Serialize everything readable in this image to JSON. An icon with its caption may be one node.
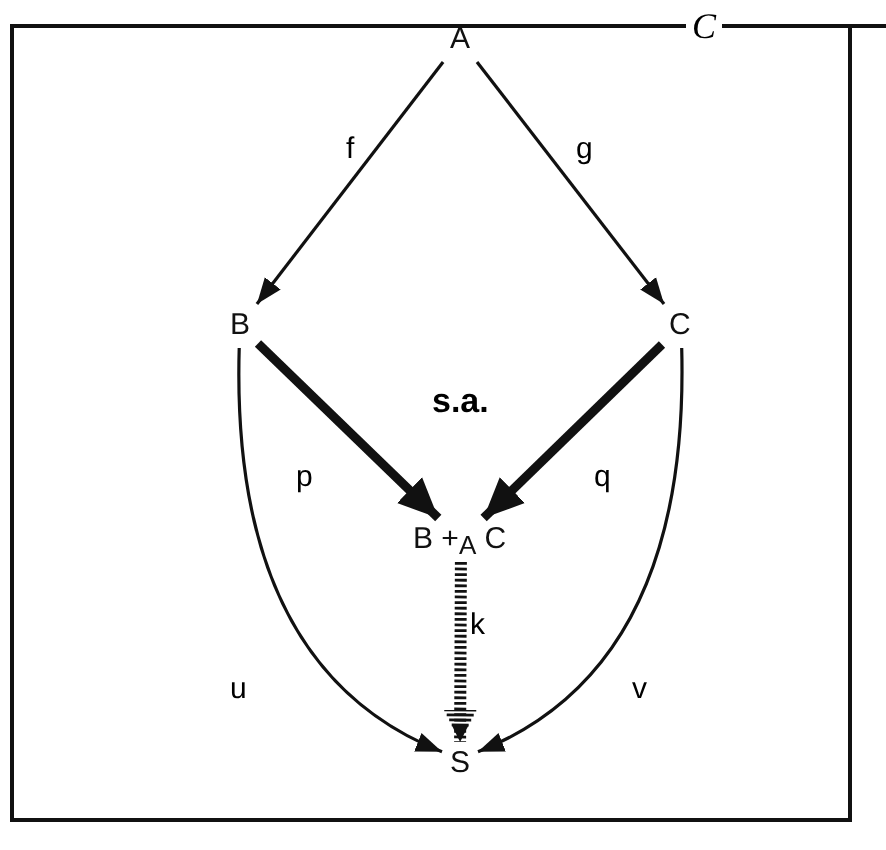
{
  "diagram": {
    "nodes": [
      {
        "text": [
          "C"
        ]
      },
      {
        "text": [
          "A"
        ],
        "in": 0
      },
      {
        "text": [
          "B"
        ],
        "in": 0
      },
      {
        "text": [
          "C"
        ],
        "in": 0
      },
      {
        "text": [
          "B +$_{A}$ C"
        ],
        "in": 0
      },
      {
        "text": [
          "S"
        ],
        "in": 0
      }
    ],
    "edges": [
      {
        "from": 1,
        "to": 2,
        "arrow": "to",
        "label": "f"
      },
      {
        "from": 1,
        "to": 3,
        "arrow": "to",
        "label": "g"
      },
      {
        "from": 2,
        "to": 4,
        "arrow": "to",
        "label": "p",
        "style": "thick"
      },
      {
        "from": 3,
        "to": 4,
        "arrow": "to",
        "label": "q",
        "style": "thick"
      },
      {
        "from": 4,
        "to": 5,
        "arrow": "to",
        "label": "k",
        "style": "dashed"
      },
      {
        "from": 2,
        "to": 5,
        "arrow": "to",
        "label": "u"
      },
      {
        "from": 3,
        "to": 5,
        "arrow": "to",
        "label": "v"
      }
    ],
    "labels": [
      "s.a."
    ]
  }
}
